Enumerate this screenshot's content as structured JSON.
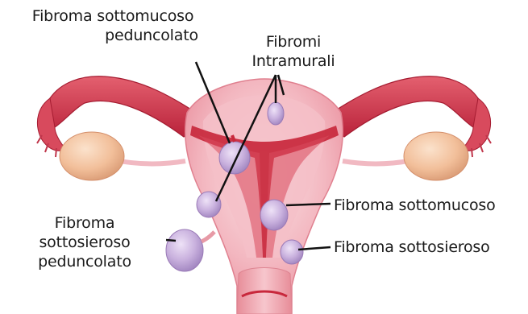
{
  "labels": {
    "submucous_pedunculated": {
      "line1": "Fibroma sottomucoso",
      "line2": "peduncolato"
    },
    "intramural": {
      "line1": "Fibromi",
      "line2": "Intramurali"
    },
    "submucous": {
      "text": "Fibroma sottomucoso"
    },
    "subserous": {
      "text": "Fibroma sottosieroso"
    },
    "subserous_pedunculated": {
      "line1": "Fibroma",
      "line2": "sottosieroso",
      "line3": "peduncolato"
    }
  },
  "colors": {
    "background": "#ffffff",
    "tissue_light": "#f6c9cf",
    "tissue_mid": "#ec9aa6",
    "tissue_dark": "#c8283c",
    "fibroid": "#c9b1de",
    "ovary": "#f2bf9a",
    "leader_line": "#111111"
  }
}
